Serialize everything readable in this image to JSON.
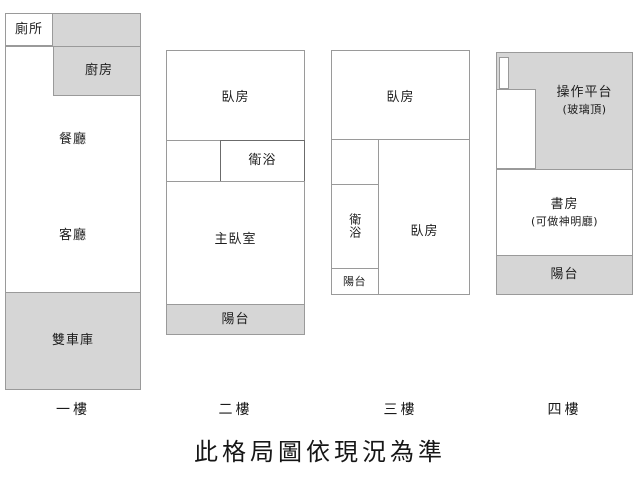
{
  "caption": "此格局圖依現況為準",
  "palette": {
    "room_fill": "#ffffff",
    "shaded_fill": "#d6d6d6",
    "wall_line": "#9a9a9a",
    "wall_line_dark": "#6b6b6b",
    "text": "#1e1e1e",
    "background": "#ffffff"
  },
  "floors": [
    {
      "id": "floor-1",
      "label": "一樓",
      "rooms": [
        {
          "name": "toilet",
          "label": "廁所",
          "shaded": false
        },
        {
          "name": "kitchen",
          "label": "廚房",
          "shaded": true
        },
        {
          "name": "dining-room",
          "label": "餐廳",
          "shaded": false
        },
        {
          "name": "living-room",
          "label": "客廳",
          "shaded": false
        },
        {
          "name": "double-garage",
          "label": "雙車庫",
          "shaded": true
        }
      ]
    },
    {
      "id": "floor-2",
      "label": "二樓",
      "rooms": [
        {
          "name": "bedroom",
          "label": "臥房",
          "shaded": false
        },
        {
          "name": "bathroom",
          "label": "衛浴",
          "shaded": false
        },
        {
          "name": "master-bedroom",
          "label": "主臥室",
          "shaded": false
        },
        {
          "name": "balcony",
          "label": "陽台",
          "shaded": true
        }
      ]
    },
    {
      "id": "floor-3",
      "label": "三樓",
      "rooms": [
        {
          "name": "bedroom-upper",
          "label": "臥房",
          "shaded": false
        },
        {
          "name": "bathroom",
          "label": "衛浴",
          "shaded": false
        },
        {
          "name": "bedroom-lower",
          "label": "臥房",
          "shaded": false
        },
        {
          "name": "balcony",
          "label": "陽台",
          "shaded": false
        }
      ]
    },
    {
      "id": "floor-4",
      "label": "四樓",
      "rooms": [
        {
          "name": "work-platform",
          "label": "操作平台",
          "sublabel": "(玻璃頂)",
          "shaded": true
        },
        {
          "name": "study-room",
          "label": "書房",
          "sublabel": "(可做神明廳)",
          "shaded": false
        },
        {
          "name": "balcony",
          "label": "陽台",
          "sublabel": "",
          "shaded": true
        }
      ]
    }
  ]
}
